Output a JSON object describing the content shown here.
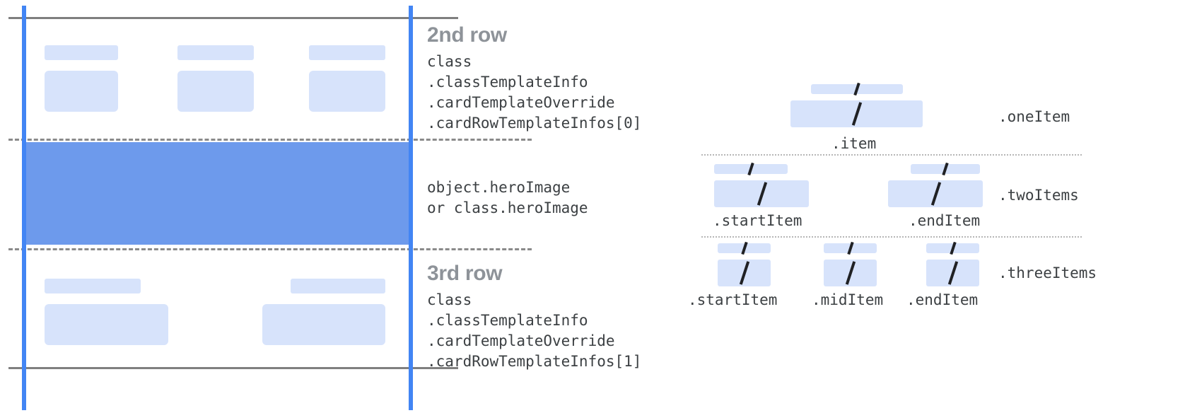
{
  "diagram": {
    "title_hidden": "",
    "colors": {
      "accent_blue": "#4285f4",
      "hero_blue": "#6d9aec",
      "chip_blue": "#d7e3fb",
      "rule_gray": "#7f7f7f",
      "dash_gray": "#8a8a8a",
      "dot_gray": "#b6b6b6",
      "heading_gray": "#8e9399",
      "mono_text": "#3c4043"
    }
  },
  "left_panel": {
    "second_row": {
      "title": "2nd row",
      "code": "class\n.classTemplateInfo\n.cardTemplateOverride\n.cardRowTemplateInfos[0]"
    },
    "hero": {
      "code": "object.heroImage\nor class.heroImage"
    },
    "third_row": {
      "title": "3rd row",
      "code": "class\n.classTemplateInfo\n.cardTemplateOverride\n.cardRowTemplateInfos[1]"
    }
  },
  "right_panel": {
    "groups": [
      {
        "name": "oneItem",
        "label": ".oneItem",
        "item_labels": [
          ".item"
        ]
      },
      {
        "name": "twoItems",
        "label": ".twoItems",
        "item_labels": [
          ".startItem",
          ".endItem"
        ]
      },
      {
        "name": "threeItems",
        "label": ".threeItems",
        "item_labels": [
          ".startItem",
          ".midItem",
          ".endItem"
        ]
      }
    ]
  }
}
